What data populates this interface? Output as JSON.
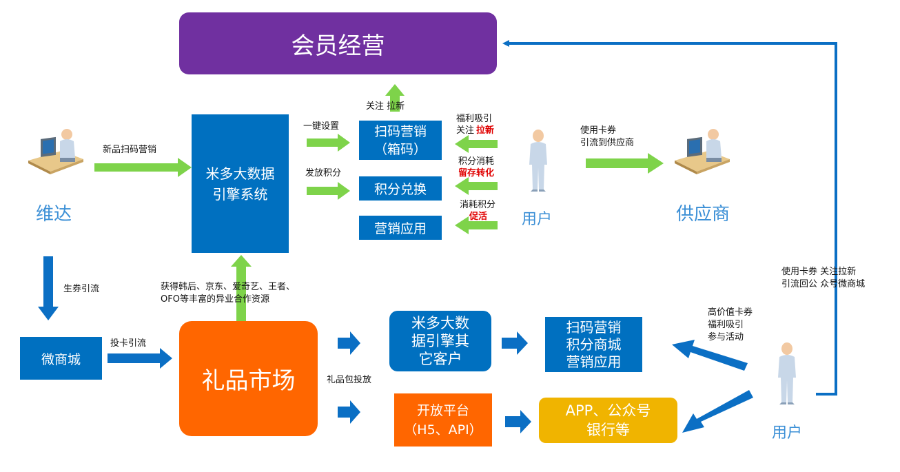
{
  "boxes": {
    "member_ops": "会员经营",
    "engine": "米多大数据\n引擎系统",
    "scan_box": "扫码营销\n（箱码）",
    "points_exchange": "积分兑换",
    "marketing_app": "营销应用",
    "micro_mall": "微商城",
    "gift_market": "礼品市场",
    "other_clients": "米多大数\n据引擎其\n它客户",
    "scan_points": "扫码营销\n积分商城\n营销应用",
    "open_platform": "开放平台\n（H5、API）",
    "app_wechat": "APP、公众号\n银行等"
  },
  "labels": {
    "weida": "维达",
    "supplier": "供应商",
    "user_top": "用户",
    "user_bottom": "用户",
    "new_product_scan": "新品扫码营销",
    "one_key": "一键设置",
    "issue_points": "发放积分",
    "follow": "关注  拉新",
    "welfare_1": "福利吸引",
    "welfare_2a": "关注",
    "welfare_2b": "拉新",
    "points_consume_1": "积分消耗",
    "points_consume_2": "留存转化",
    "consume_points_1": "消耗积分",
    "consume_points_2": "促活",
    "use_card_1": "使用卡券",
    "use_card_2": "引流到供应商",
    "coupon_traffic": "生券引流",
    "card_traffic": "投卡引流",
    "resources_1": "获得韩后、京东、爱奇艺、王者、",
    "resources_2": "OFO等丰富的异业合作资源",
    "gift_package": "礼品包投放",
    "high_value_1": "高价值卡券",
    "high_value_2": "福利吸引",
    "high_value_3": "参与活动",
    "card_follow_1": "使用卡券 关注拉新",
    "card_follow_2": "引流回公 众号微商城"
  },
  "colors": {
    "purple": "#7030a0",
    "blue": "#0070c0",
    "orange": "#ff6600",
    "amber": "#f0b400",
    "green_arrow": "#7ed34a",
    "blue_arrow": "#0b6fc4",
    "label_blue": "#3b8fd6",
    "accent_red": "#e00000"
  },
  "icons": [
    "computer-user-icon",
    "person-icon"
  ]
}
